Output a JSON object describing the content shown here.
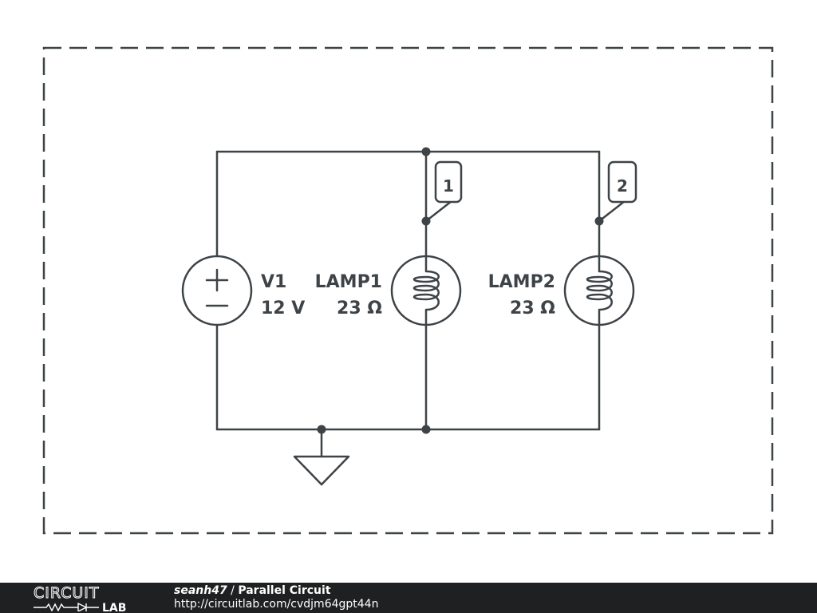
{
  "schematic": {
    "source": {
      "name": "V1",
      "value": "12 V",
      "plus": "+",
      "minus": "−"
    },
    "lamp1": {
      "name": "LAMP1",
      "value": "23 Ω"
    },
    "lamp2": {
      "name": "LAMP2",
      "value": "23 Ω"
    },
    "node_tags": [
      "1",
      "2"
    ]
  },
  "footer": {
    "logo_top": "CIRCUIT",
    "logo_bottom": "LAB",
    "author": "seanh47",
    "separator": " / ",
    "title": "Parallel Circuit",
    "url": "http://circuitlab.com/cvdjm64gpt44n"
  },
  "colors": {
    "ink": "#3d4347",
    "footer_bg": "#1e2022"
  }
}
